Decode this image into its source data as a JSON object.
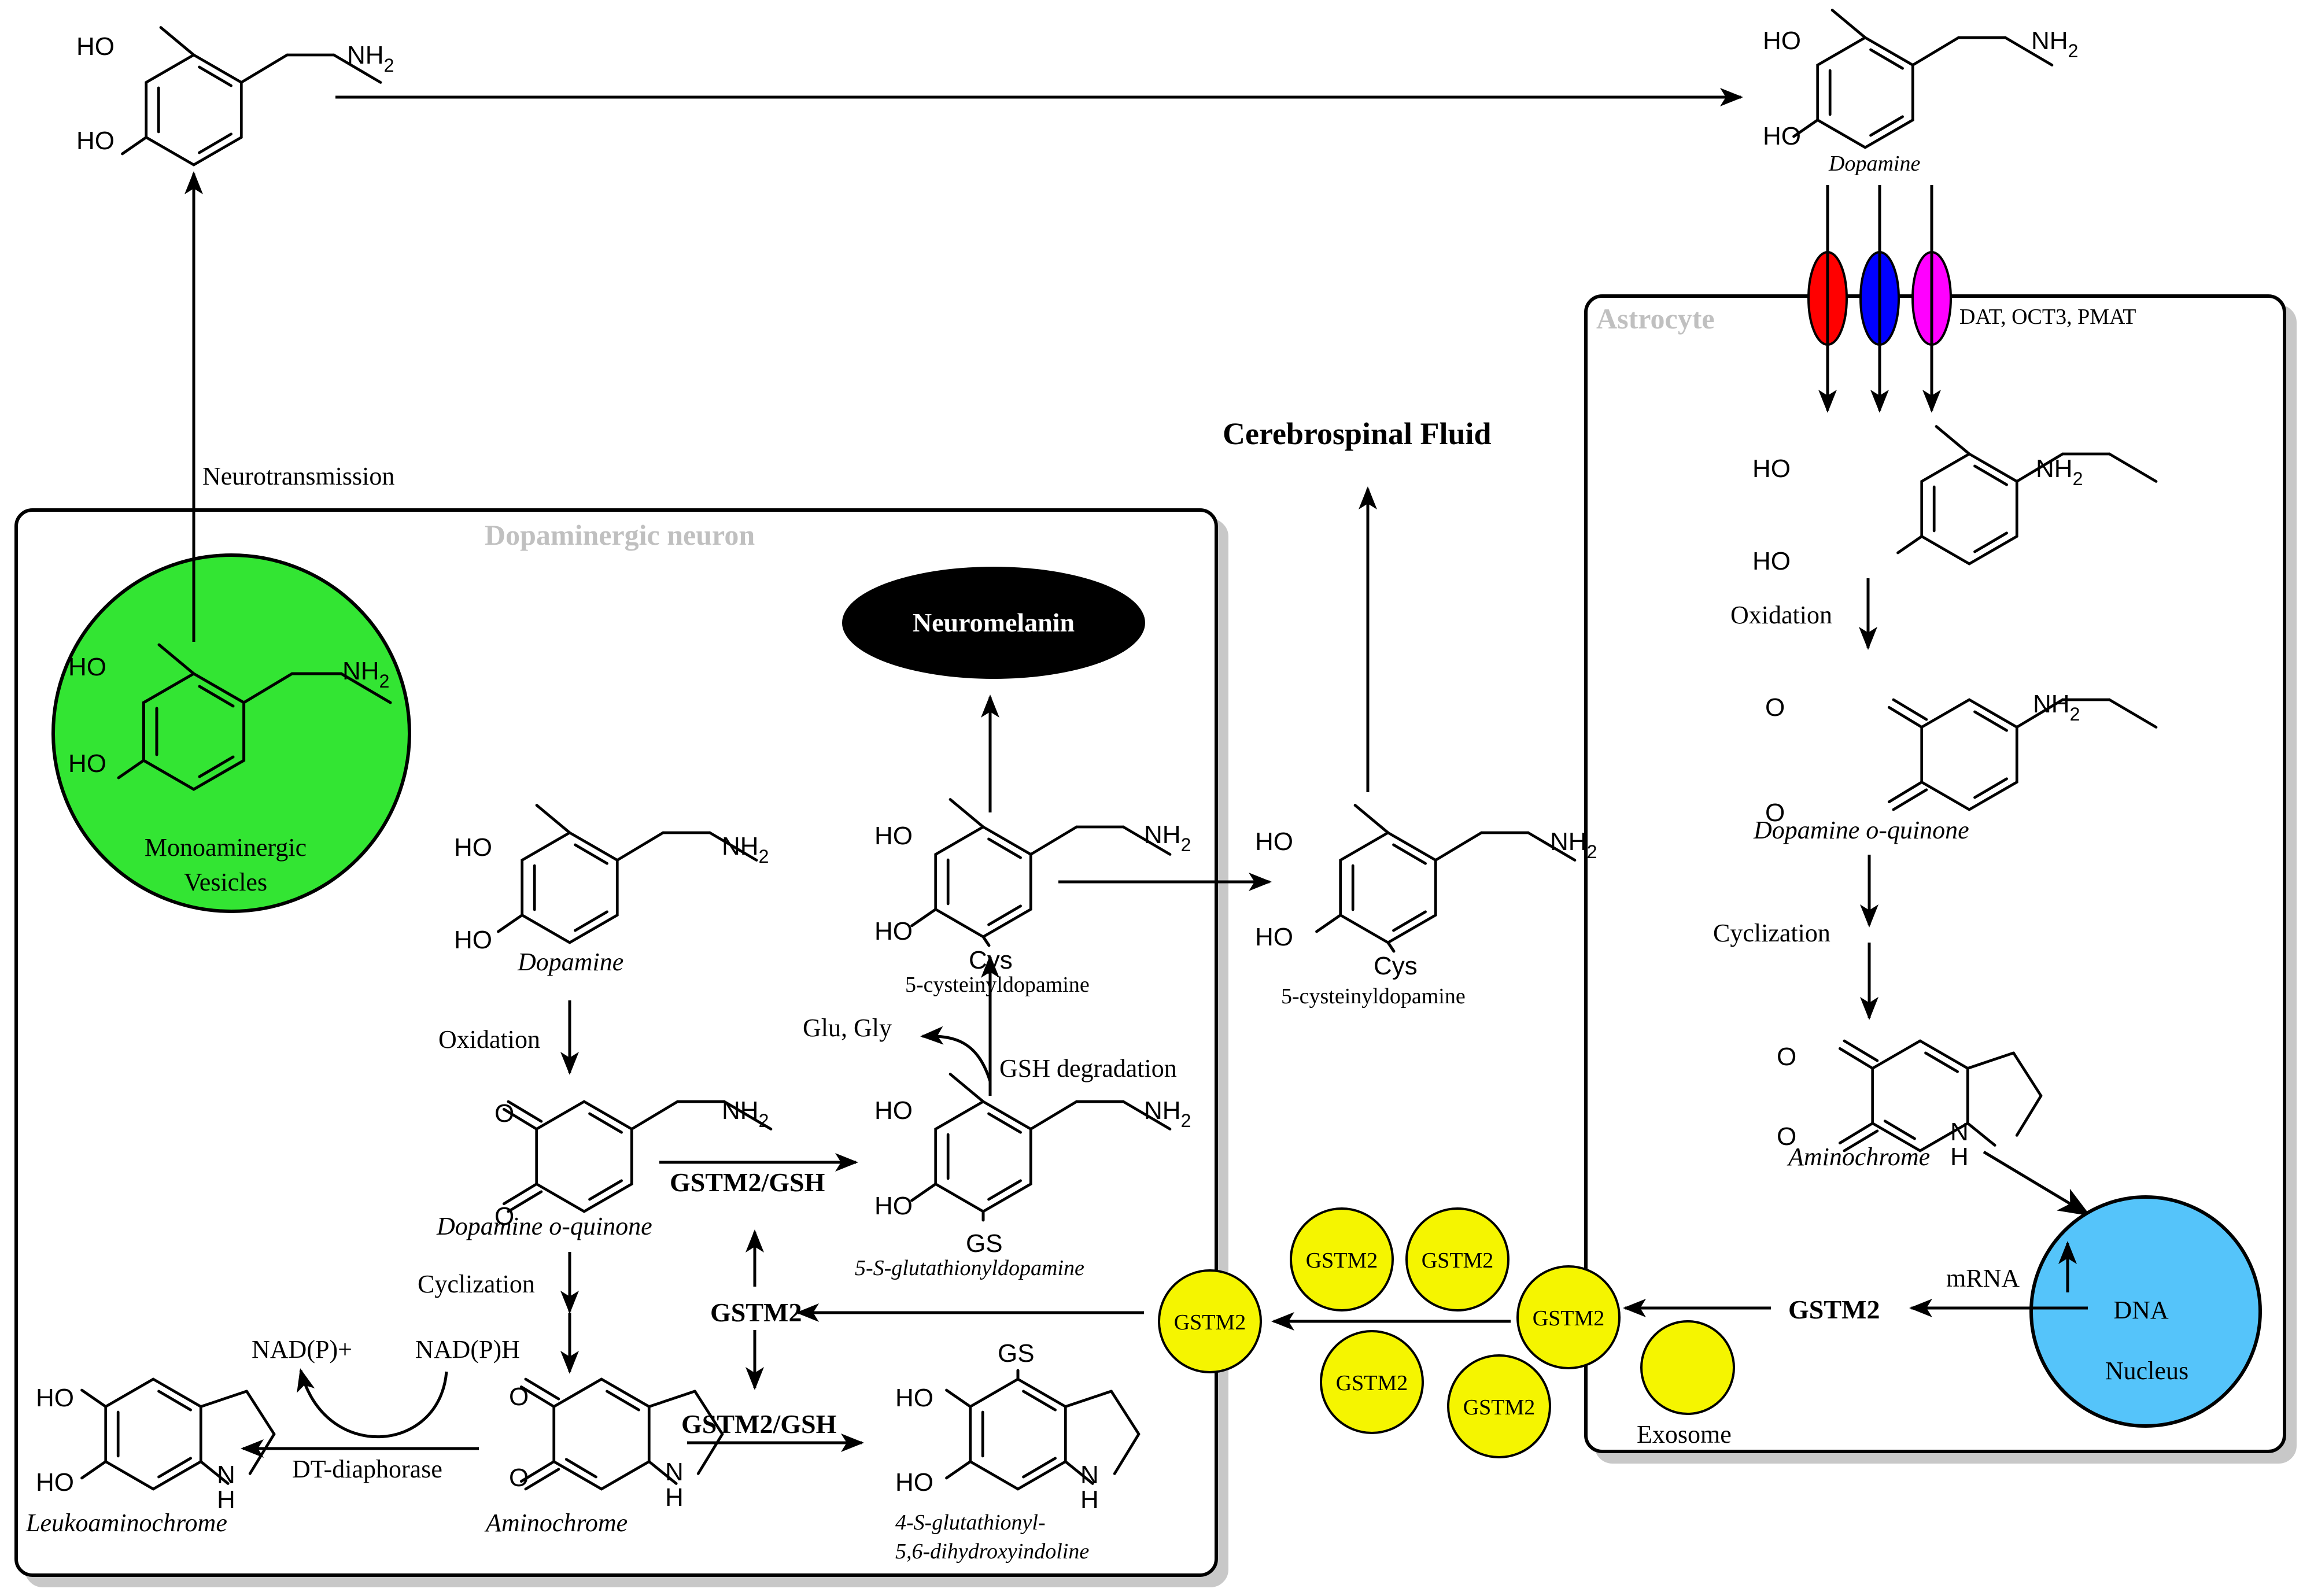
{
  "compartments": {
    "neuron": "Dopaminergic neuron",
    "astrocyte": "Astrocyte",
    "csf": "Cerebrospinal Fluid"
  },
  "atoms": {
    "ho": "HO",
    "nh2": "NH",
    "nh2_sub": "2",
    "o": "O",
    "n": "N",
    "h": "H",
    "cys": "Cys",
    "gs": "GS"
  },
  "labels": {
    "neurotransmission": "Neurotransmission",
    "vesicles_line1": "Monoaminergic",
    "vesicles_line2": "Vesicles",
    "dopamine": "Dopamine",
    "dopamine_top": "Dopamine",
    "transporters": "DAT, OCT3, PMAT",
    "oxidation": "Oxidation",
    "oxidation_astro": "Oxidation",
    "dopamine_quinone": "Dopamine o-quinone",
    "dopamine_quinone_astro": "Dopamine o-quinone",
    "cyclization": "Cyclization",
    "cyclization_astro": "Cyclization",
    "aminochrome": "Aminochrome",
    "aminochrome_astro": "Aminochrome",
    "leukoaminochrome": "Leukoaminochrome",
    "nadp_plus": "NAD(P)+",
    "nadph": "NAD(P)H",
    "dt_diaphorase": "DT-diaphorase",
    "gstm2_gsh_upper": "GSTM2/GSH",
    "gstm2_gsh_lower": "GSTM2/GSH",
    "gstm2_center": "GSTM2",
    "glutathionyl_dopamine": "5-S-glutathionyldopamine",
    "glu_gly": "Glu, Gly",
    "gsh_degradation": "GSH degradation",
    "cysteinyl_dopamine_neuron": "5-cysteinyldopamine",
    "cysteinyl_dopamine_out": "5-cysteinyldopamine",
    "neuromelanin": "Neuromelanin",
    "glutathionyl_dhi_line1": "4-S-glutathionyl-",
    "glutathionyl_dhi_line2": "5,6-dihydroxyindoline",
    "gstm2_astro": "GSTM2",
    "mrna": "mRNA",
    "dna": "DNA",
    "nucleus": "Nucleus",
    "exosome": "Exosome",
    "gstm2_particle": "GSTM2"
  },
  "colors": {
    "vesicle": "#33e533",
    "dat": "#ff0000",
    "oct3": "#0000ff",
    "pmat": "#ff00ff",
    "nucleus": "#55c4fa",
    "gstm2_particle": "#f5f500",
    "neuromelanin": "#000000"
  }
}
